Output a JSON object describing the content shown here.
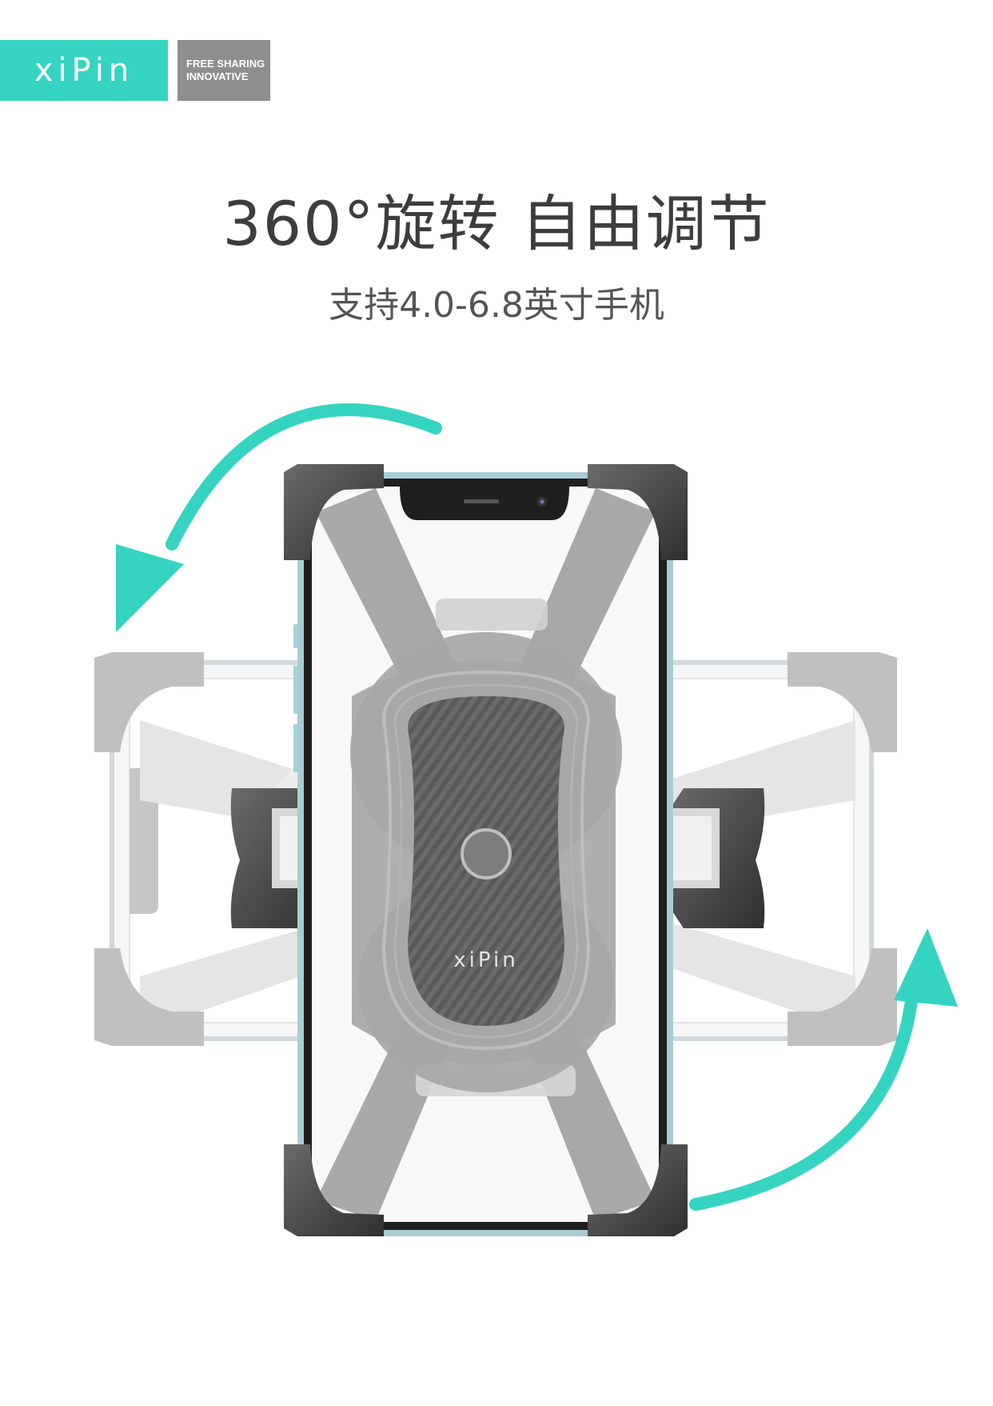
{
  "brand": {
    "logo_text": "xiPin",
    "tagline_line1": "FREE SHARING",
    "tagline_line2": "INNOVATIVE"
  },
  "headline": "360°旋转 自由调节",
  "subheadline": "支持4.0-6.8英寸手机",
  "product": {
    "holder_logo": "xiPin"
  },
  "colors": {
    "accent_teal": "#35d4c1",
    "tag_gray": "#8e8e8e",
    "heading_text": "#3d3d3d",
    "subheading_text": "#555555",
    "holder_dark": "#4a4a4a",
    "holder_light": "#bdbdbd"
  },
  "icons": [
    "rotate-counterclockwise-arrow-icon",
    "rotate-clockwise-arrow-icon"
  ]
}
